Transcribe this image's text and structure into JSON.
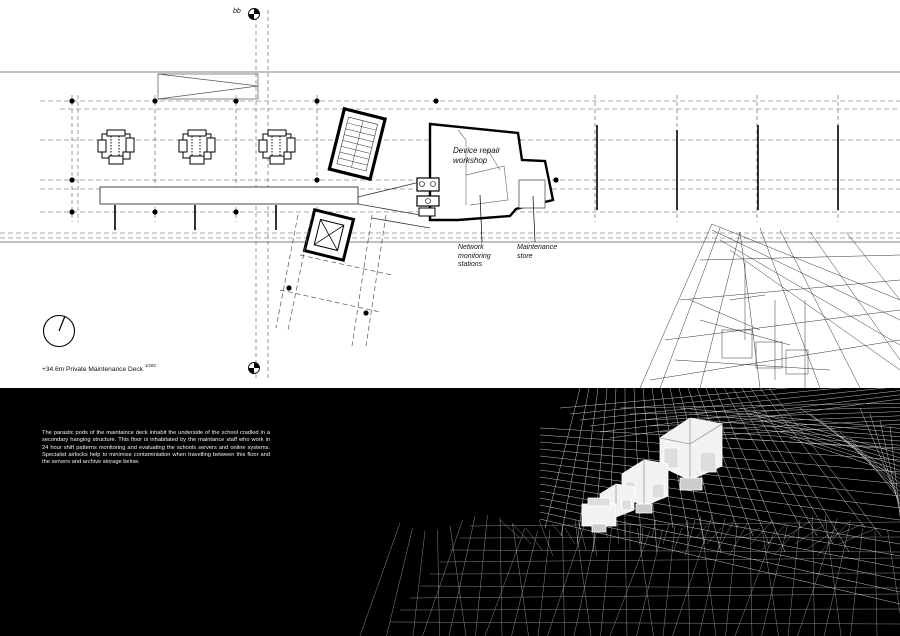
{
  "section_marker": "bb",
  "labels": {
    "device_repair": [
      "Device repair",
      "workshop"
    ],
    "network": [
      "Network",
      "monitoring",
      "stations"
    ],
    "maintenance": [
      "Maintenance",
      "store"
    ]
  },
  "plan_title": {
    "text": "+34.6m Private Maintenance Deck",
    "scale": "1/200"
  },
  "description": "The parastic pods of the maintaince deck inhabit the underside of the school cradled in a secondary hanging structure. This floor is inhabitated by the maintance staff who work in 24 hour shift patterns monitoring and evaluating the schools servers and online systems. Specialist airlocks help to minimise contaminiation when travelling between this floor and the servers and archive storage below.",
  "colors": {
    "paper": "#ffffff",
    "ink": "#000000",
    "panel": "#000000",
    "wire": "#ffffff"
  },
  "icons": [
    "north-arrow-icon",
    "section-marker-icon"
  ]
}
